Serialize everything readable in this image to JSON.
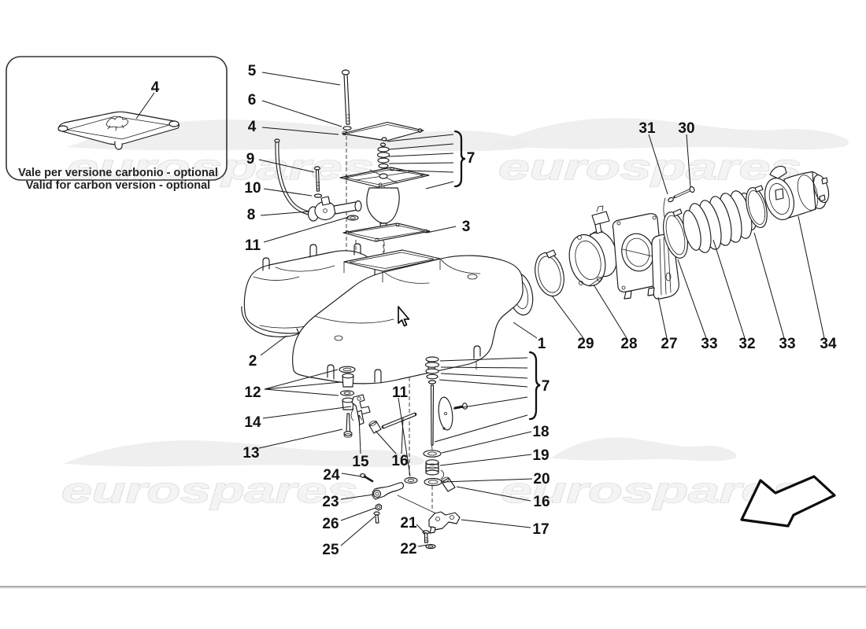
{
  "watermark": {
    "text": "eurospares"
  },
  "inset": {
    "callout": "4",
    "caption_line1": "Vale per versione carbonio - optional",
    "caption_line2": "Valid for carbon version - optional"
  },
  "callouts": {
    "c5": "5",
    "c6": "6",
    "c4_main": "4",
    "c9": "9",
    "c10": "10",
    "c8": "8",
    "c11_top": "11",
    "c7_top": "7",
    "c3": "3",
    "c31": "31",
    "c30": "30",
    "c2": "2",
    "c1": "1",
    "c29": "29",
    "c28": "28",
    "c27": "27",
    "c33_a": "33",
    "c32": "32",
    "c33_b": "33",
    "c34": "34",
    "c12": "12",
    "c11_mid": "11",
    "c14": "14",
    "c13": "13",
    "c15": "15",
    "c16_left": "16",
    "c24": "24",
    "c23": "23",
    "c26": "26",
    "c25": "25",
    "c21": "21",
    "c22": "22",
    "c7_bottom": "7",
    "c18": "18",
    "c19": "19",
    "c20": "20",
    "c16_right": "16",
    "c17": "17"
  },
  "colors": {
    "line": "#1a1a1a",
    "watermark_fill": "#f4f4f4",
    "watermark_stroke": "#d8d8d8",
    "separator": "#b0b0b0"
  }
}
